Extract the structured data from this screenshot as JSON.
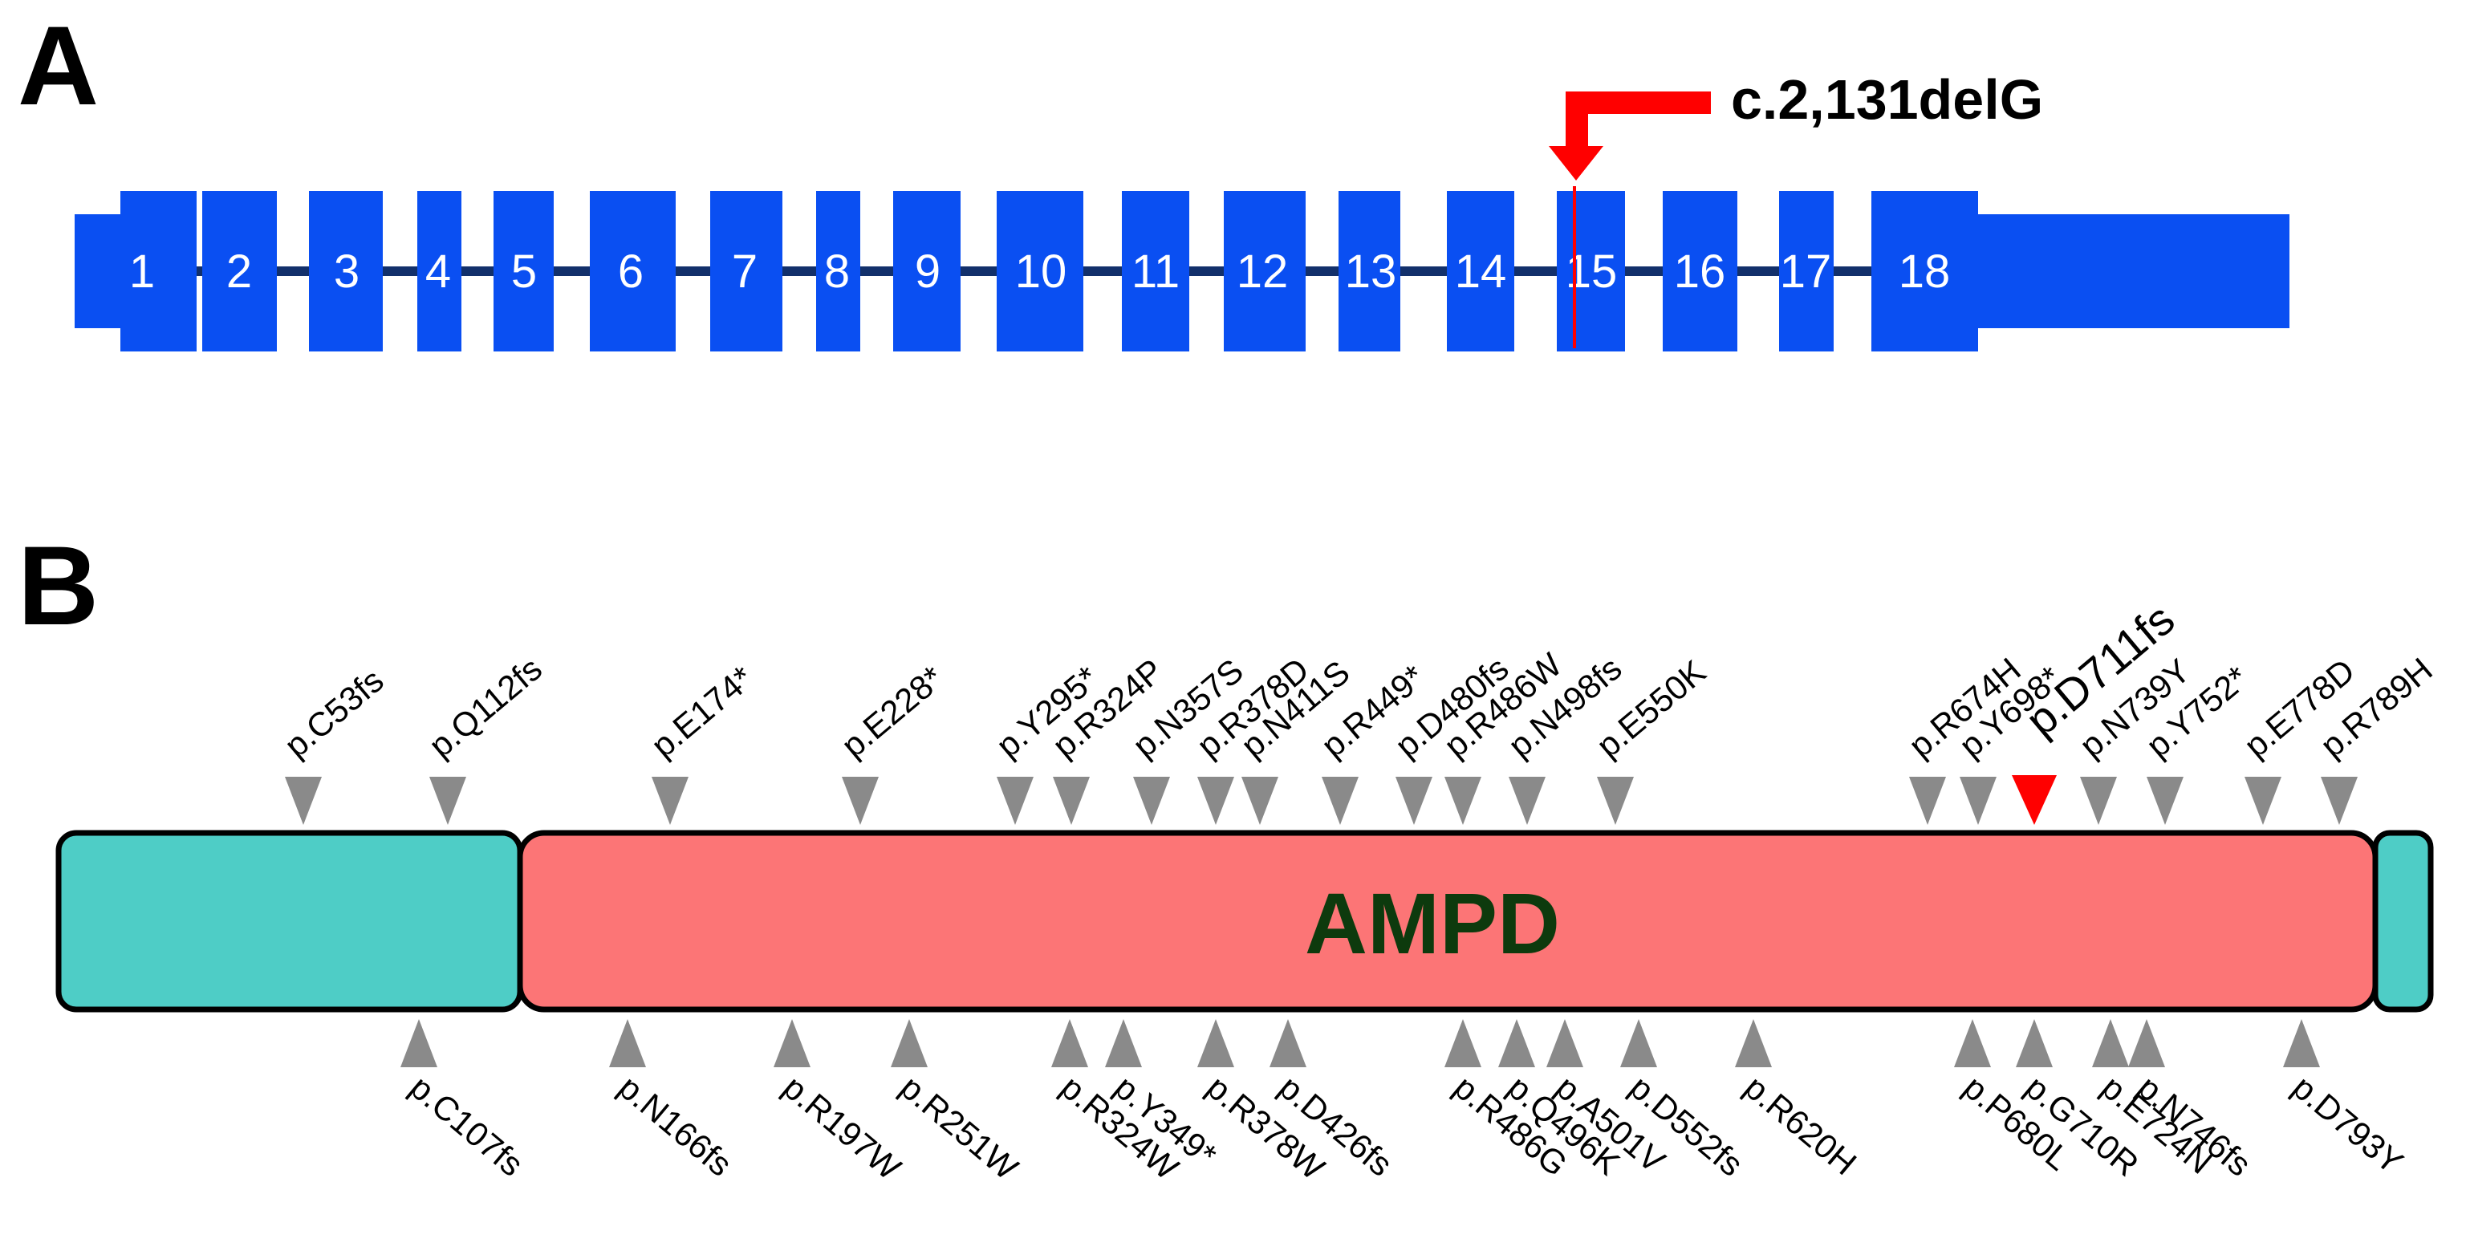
{
  "colors": {
    "exon": "#0a4ff2",
    "intron": "#12306b",
    "mutation": "#ff0000",
    "domain_n": "#4ecdc6",
    "domain_ampd": "#fc7576",
    "domain_label": "#0d3a0d",
    "arrow": "#8a8a8a"
  },
  "panel_a": {
    "letter": "A",
    "mutation_label": "c.2,131delG",
    "mutation_exon": "15",
    "exons": [
      "1",
      "2",
      "3",
      "4",
      "5",
      "6",
      "7",
      "8",
      "9",
      "10",
      "11",
      "12",
      "13",
      "14",
      "15",
      "16",
      "17",
      "18"
    ]
  },
  "panel_b": {
    "letter": "B",
    "domain_label": "AMPD",
    "highlight_variant": "p.D711fs",
    "variants_above": [
      "p.C53fs",
      "p.Q112fs",
      "p.E174*",
      "p.E228*",
      "p.Y295*",
      "p.R324P",
      "p.N357S",
      "p.R378D",
      "p.N411S",
      "p.R449*",
      "p.D480fs",
      "p.R486W",
      "p.N498fs",
      "p.E550K",
      "p.R674H",
      "p.Y698*",
      "p.D711fs",
      "p.N739Y",
      "p.Y752*",
      "p.E778D",
      "p.R789H"
    ],
    "variants_below": [
      "p.C107fs",
      "p.N166fs",
      "p.R197W",
      "p.R251W",
      "p.R324W",
      "p.Y349*",
      "p.R378W",
      "p.D426fs",
      "p.R486G",
      "p.Q496K",
      "p.A501V",
      "p.D552fs",
      "p.R620H",
      "p.P680L",
      "p.G710R",
      "p.E724N",
      "p.N746fs",
      "p.D793Y"
    ]
  }
}
